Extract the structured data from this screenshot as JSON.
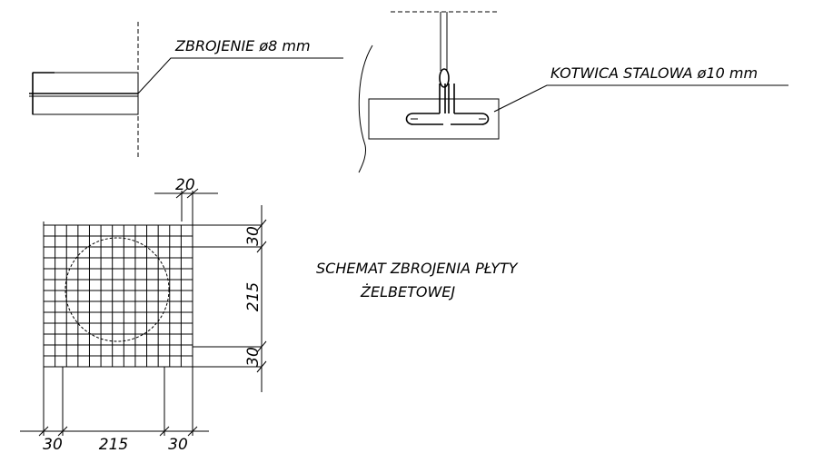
{
  "labels": {
    "reinforcement": "ZBROJENIE ø8 mm",
    "anchor": "KOTWICA STALOWA ø10 mm",
    "schema_line1": "SCHEMAT ZBROJENIA PŁYTY",
    "schema_line2": "ŻELBETOWEJ"
  },
  "dimensions": {
    "top_width": "20",
    "right_top": "30",
    "right_middle": "215",
    "right_bottom": "30",
    "bottom_left": "30",
    "bottom_middle": "215",
    "bottom_right": "30"
  },
  "colors": {
    "line": "#000000",
    "background": "#ffffff"
  }
}
